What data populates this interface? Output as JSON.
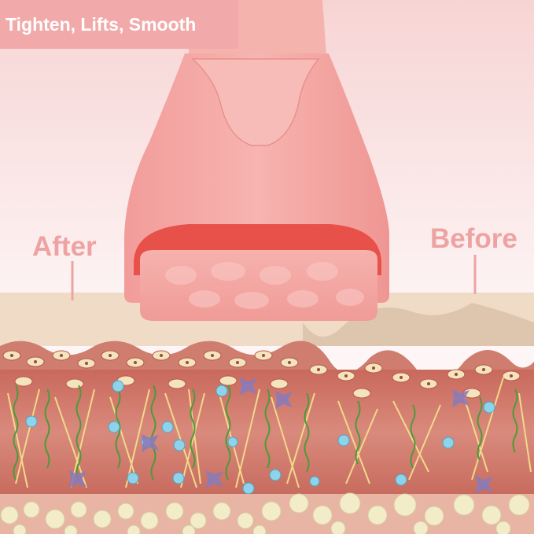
{
  "banner": {
    "text": "Tighten, Lifts, Smooth"
  },
  "labels": {
    "after": "After",
    "before": "Before"
  },
  "colors": {
    "banner_bg": "#f2a9a9",
    "label_text": "#eea3a3",
    "roller_body": "#f4a9a6",
    "roller_band": "#e8504a",
    "skin_surface": "#f0d9c2",
    "dermis": "#d98a7c",
    "fat_cells": "#f3ecc9"
  }
}
